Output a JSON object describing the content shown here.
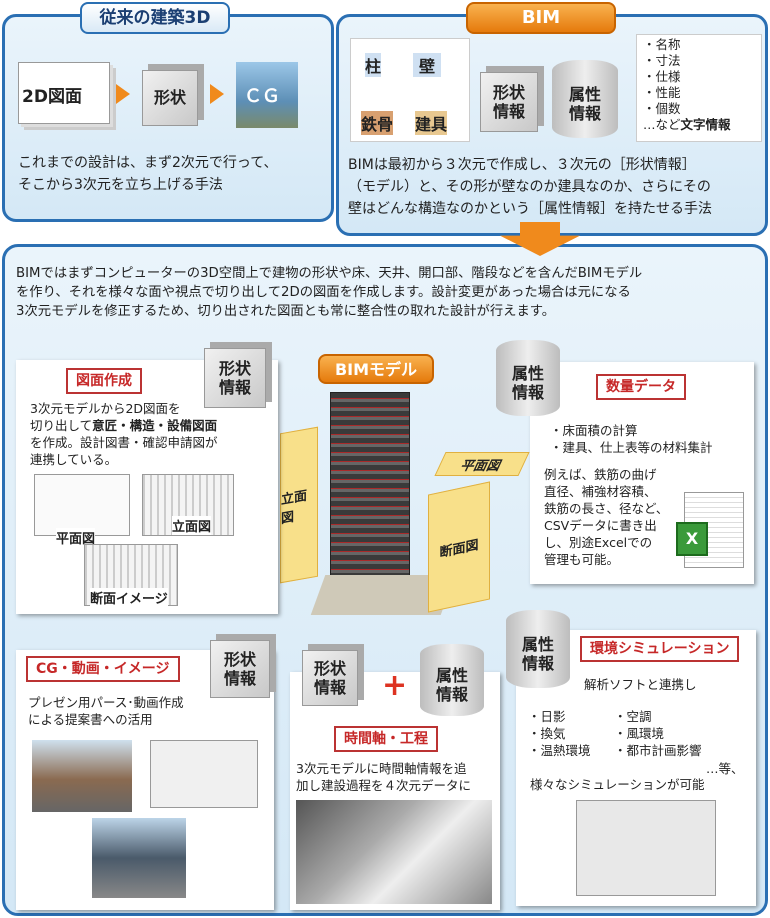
{
  "traditional": {
    "title": "従来の建築3D",
    "drawing": "2D図面",
    "shape": "形状",
    "cg": "ＣＧ",
    "desc": [
      "これまでの設計は、まず2次元で行って、",
      "そこから3次元を立ち上げる手法"
    ]
  },
  "bim": {
    "title": "BIM",
    "parts": [
      "柱",
      "壁",
      "鉄骨",
      "建具"
    ],
    "shape_info": "形状\n情報",
    "attr_info": "属性\n情報",
    "attrs": [
      "・名称",
      "・寸法",
      "・仕様",
      "・性能",
      "・個数"
    ],
    "attrs_tail": "…など",
    "attrs_bold": "文字情報",
    "desc": [
      "BIMは最初から３次元で作成し、３次元の［形状情報］",
      "（モデル）と、その形が壁なのか建具なのか、さらにその",
      "壁はどんな構造なのかという［属性情報］を持たせる手法"
    ]
  },
  "intro": [
    "BIMではまずコンピューターの3D空間上で建物の形状や床、天井、開口部、階段などを含んだBIMモデル",
    "を作り、それを様々な面や視点で切り出して2Dの図面を作成します。設計変更があった場合は元になる",
    "3次元モデルを修正するため、切り出された図面とも常に整合性の取れた設計が行えます。"
  ],
  "center": {
    "title": "BIMモデル",
    "elevation": "立面図",
    "plan": "平面図",
    "section": "断面図"
  },
  "drawings": {
    "title": "図面作成",
    "badge": "形状\n情報",
    "text1": "3次元モデルから2D図面を",
    "text2": "切り出して",
    "bold": "意匠・構造・設備図面",
    "text3": "を作成。設計図書・確認申請図が",
    "text4": "連携している。",
    "img_plan": "平面図",
    "img_elev": "立面図",
    "img_section": "断面イメージ"
  },
  "quantity": {
    "title": "数量データ",
    "badge": "属性\n情報",
    "bullets": [
      "・床面積の計算",
      "・建具、仕上表等の材料集計"
    ],
    "desc": [
      "例えば、鉄筋の曲げ",
      "直径、補強材容積、",
      "鉄筋の長さ、径など、",
      "CSVデータに書き出",
      "し、別途Excelでの",
      "管理も可能。"
    ]
  },
  "cg": {
    "title": "CG・動画・イメージ",
    "badge": "形状\n情報",
    "desc": [
      "プレゼン用パース･動画作成",
      "による提案書への活用"
    ]
  },
  "time": {
    "title": "時間軸・工程",
    "shape": "形状\n情報",
    "plus": "+",
    "attr": "属性\n情報",
    "desc": [
      "3次元モデルに時間軸情報を追",
      "加し建設過程を４次元データに"
    ]
  },
  "env": {
    "title": "環境シミュレーション",
    "badge": "属性\n情報",
    "lead": "解析ソフトと連携し",
    "left": [
      "・日影",
      "・換気",
      "・温熱環境"
    ],
    "right": [
      "・空調",
      "・風環境",
      "・都市計画影響"
    ],
    "etc": "…等、",
    "tail": "様々なシミュレーションが可能"
  },
  "colors": {
    "blue": "#2a6fb3",
    "orange": "#f08a1c",
    "red": "#c62828"
  }
}
